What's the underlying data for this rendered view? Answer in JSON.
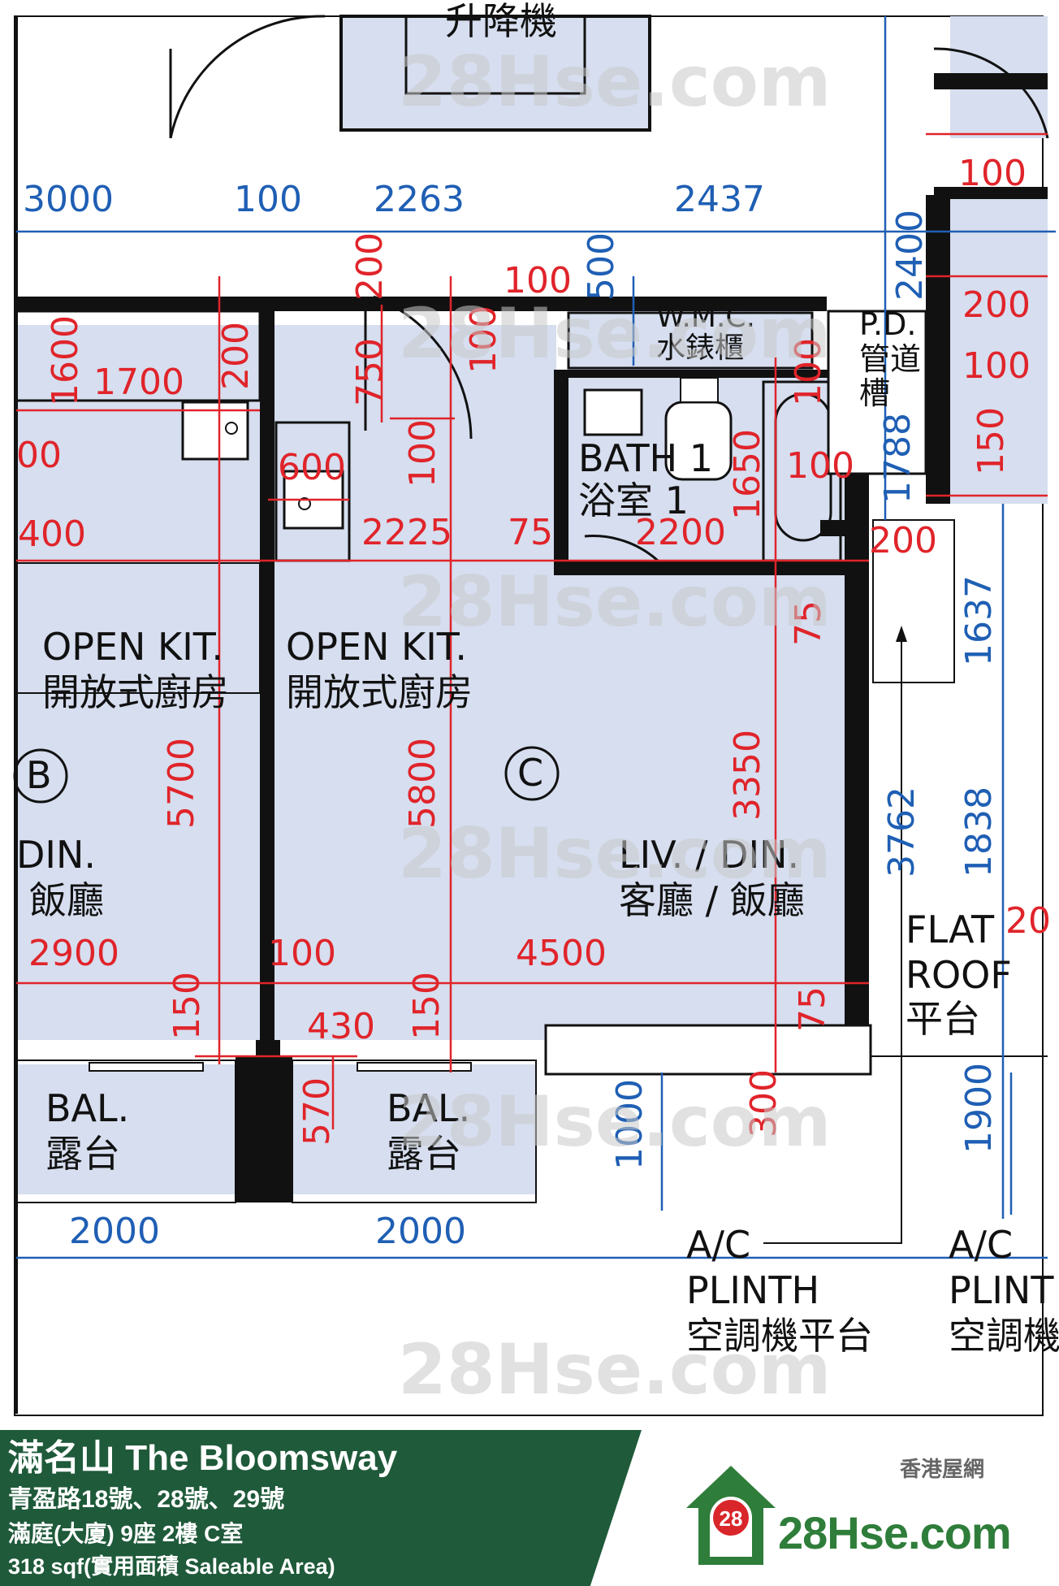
{
  "plan": {
    "rooms": [
      {
        "key": "open_kit_b_en",
        "text": "OPEN KIT."
      },
      {
        "key": "open_kit_b_cn",
        "text": "開放式廚房"
      },
      {
        "key": "open_kit_c_en",
        "text": "OPEN KIT."
      },
      {
        "key": "open_kit_c_cn",
        "text": "開放式廚房"
      },
      {
        "key": "din_b_en",
        "text": "DIN."
      },
      {
        "key": "din_b_cn",
        "text": "飯廳"
      },
      {
        "key": "liv_din_en",
        "text": "LIV. / DIN."
      },
      {
        "key": "liv_din_cn",
        "text": "客廳 / 飯廳"
      },
      {
        "key": "bath_en",
        "text": "BATH 1"
      },
      {
        "key": "bath_cn",
        "text": "浴室 1"
      },
      {
        "key": "bal_b_en",
        "text": "BAL."
      },
      {
        "key": "bal_b_cn",
        "text": "露台"
      },
      {
        "key": "bal_c_en",
        "text": "BAL."
      },
      {
        "key": "bal_c_cn",
        "text": "露台"
      },
      {
        "key": "wmc_en",
        "text": "W.M.C."
      },
      {
        "key": "wmc_cn",
        "text": "水錶櫃"
      },
      {
        "key": "pd_en",
        "text": "P.D."
      },
      {
        "key": "pd_cn1",
        "text": "管道"
      },
      {
        "key": "pd_cn2",
        "text": "槽"
      },
      {
        "key": "flat_en1",
        "text": "FLAT"
      },
      {
        "key": "flat_en2",
        "text": "ROOF"
      },
      {
        "key": "flat_cn",
        "text": "平台"
      },
      {
        "key": "ac1_en1",
        "text": "A/C"
      },
      {
        "key": "ac1_en2",
        "text": "PLINTH"
      },
      {
        "key": "ac1_cn",
        "text": "空調機平台"
      },
      {
        "key": "ac2_en1",
        "text": "A/C"
      },
      {
        "key": "ac2_en2",
        "text": "PLINT"
      },
      {
        "key": "ac2_cn",
        "text": "空調機"
      },
      {
        "key": "lift_cn",
        "text": "升降機"
      },
      {
        "key": "unit_b",
        "text": "B"
      },
      {
        "key": "unit_c",
        "text": "C"
      }
    ],
    "blue_dims": [
      "3000",
      "100",
      "2263",
      "2437",
      "500",
      "2400",
      "1788",
      "1637",
      "3762",
      "1838",
      "1900",
      "1000",
      "2000",
      "2000"
    ],
    "red_dims": [
      "1600",
      "1700",
      "200",
      "200",
      "750",
      "100",
      "100",
      "100",
      "100",
      "600",
      "2225",
      "75",
      "2200",
      "1650",
      "100",
      "200",
      "100",
      "100",
      "150",
      "200",
      "75",
      "400",
      "5700",
      "5800",
      "3350",
      "2900",
      "100",
      "4500",
      "150",
      "430",
      "150",
      "75",
      "570",
      "300",
      "20",
      "00"
    ],
    "watermark": "28Hse.com",
    "watermark_badge": "28"
  },
  "footer": {
    "title": "滿名山 The Bloomsway",
    "address": "青盈路18號、28號、29號",
    "unit": "滿庭(大廈) 9座 2樓 C室",
    "area": "318 sqf(實用面積 Saleable Area)",
    "brand_cn": "香港屋網",
    "brand_name": "28Hse.com",
    "brand_badge": "28"
  },
  "colors": {
    "room_fill": "#d6deef",
    "wall": "#111111",
    "blue_dim": "#1f5fb4",
    "red_dim": "#e0242a",
    "footer_green": "#1f5a3a",
    "brand_green": "#2f7d3a",
    "brand_red": "#d9262b"
  },
  "icons": [
    "house-logo-icon"
  ]
}
